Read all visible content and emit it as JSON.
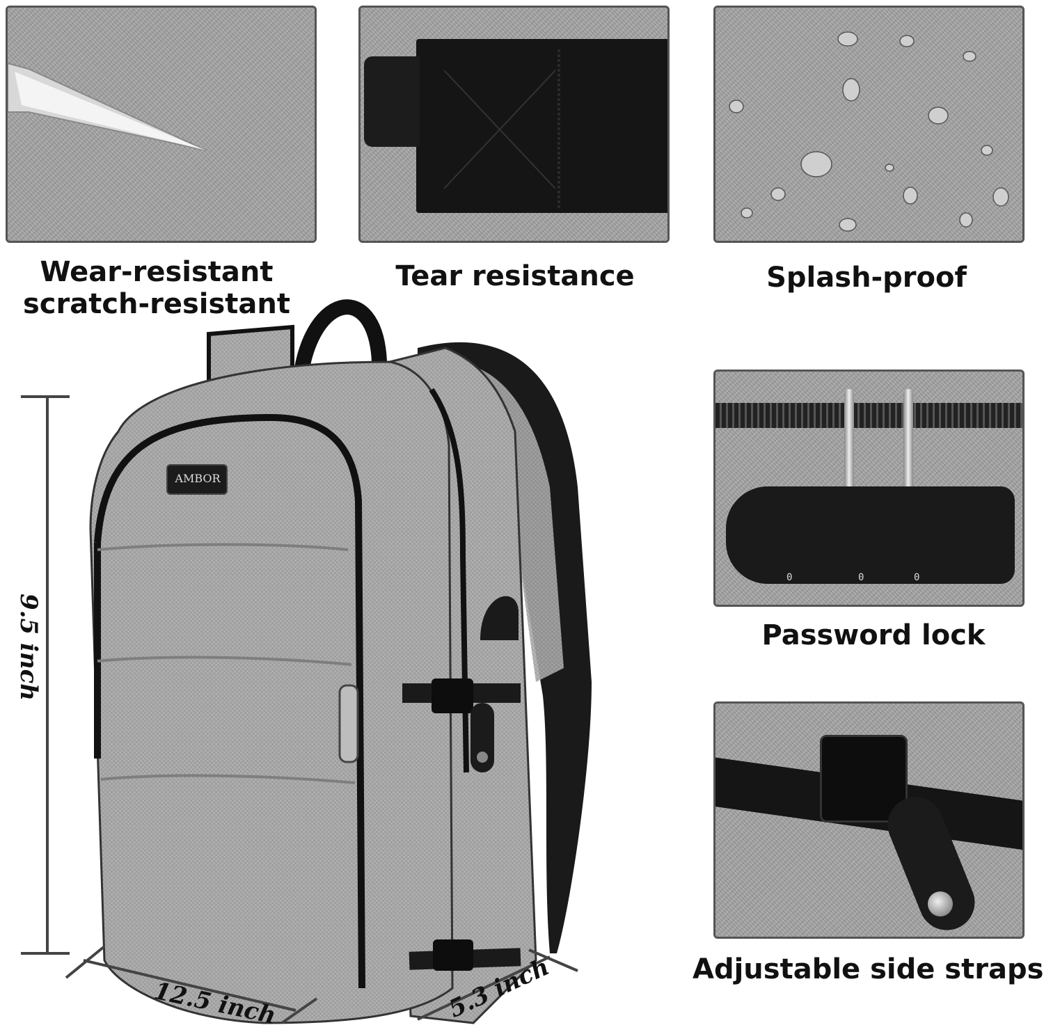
{
  "features": {
    "wear": {
      "line1": "Wear-resistant",
      "line2": "scratch-resistant"
    },
    "tear": "Tear resistance",
    "splash": "Splash-proof",
    "lock": "Password lock",
    "straps": "Adjustable side straps"
  },
  "brand": "AMBOR",
  "lock_digits": [
    "0",
    "0",
    "0"
  ],
  "dimensions": {
    "height": "9.5 inch",
    "width": "12.5 inch",
    "depth": "5.3 inch"
  },
  "colors": {
    "fabric": "#a3a3a3",
    "trim": "#111111",
    "frame": "#555555"
  }
}
